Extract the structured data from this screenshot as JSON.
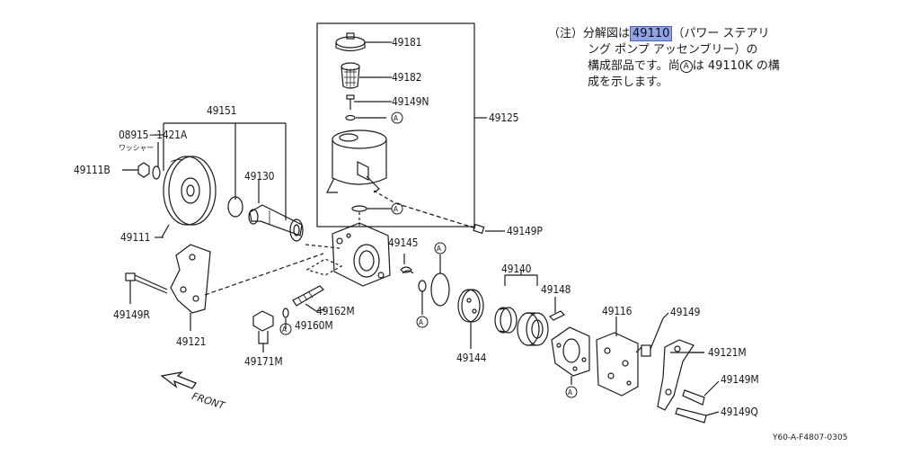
{
  "note": {
    "prefix": "（注）",
    "line1_a": "分解図は",
    "highlight": "49110",
    "line1_b": "（パワー ステアリ",
    "line2": "ング ポンプ アッセンブリー）の",
    "line3_a": "構成部品です。尚",
    "circle_a": "A",
    "line3_b": "は 49110K の構",
    "line4": "成を示します。"
  },
  "labels": {
    "p49181": "49181",
    "p49182": "49182",
    "p49149n": "49149N",
    "a1": "A",
    "p49125": "49125",
    "a2": "A",
    "p49149p": "49149P",
    "p49151": "49151",
    "p08915": "08915−1421A",
    "washer": "ワッシャー",
    "p49111b": "49111B",
    "p49130": "49130",
    "p49111": "49111",
    "p49145": "49145",
    "a3": "A",
    "p49140": "49140",
    "p49148": "49148",
    "p49149r": "49149R",
    "p49162m": "49162M",
    "p49160m": "49160M",
    "a4": "A",
    "a5": "A",
    "p49121": "49121",
    "p49171m": "49171M",
    "p49144": "49144",
    "p49116": "49116",
    "p49149": "49149",
    "p49121m": "49121M",
    "p49149m": "49149M",
    "a6": "A",
    "p49149q": "49149Q",
    "front": "FRONT",
    "code": "Y60-A-F4807-0305"
  }
}
